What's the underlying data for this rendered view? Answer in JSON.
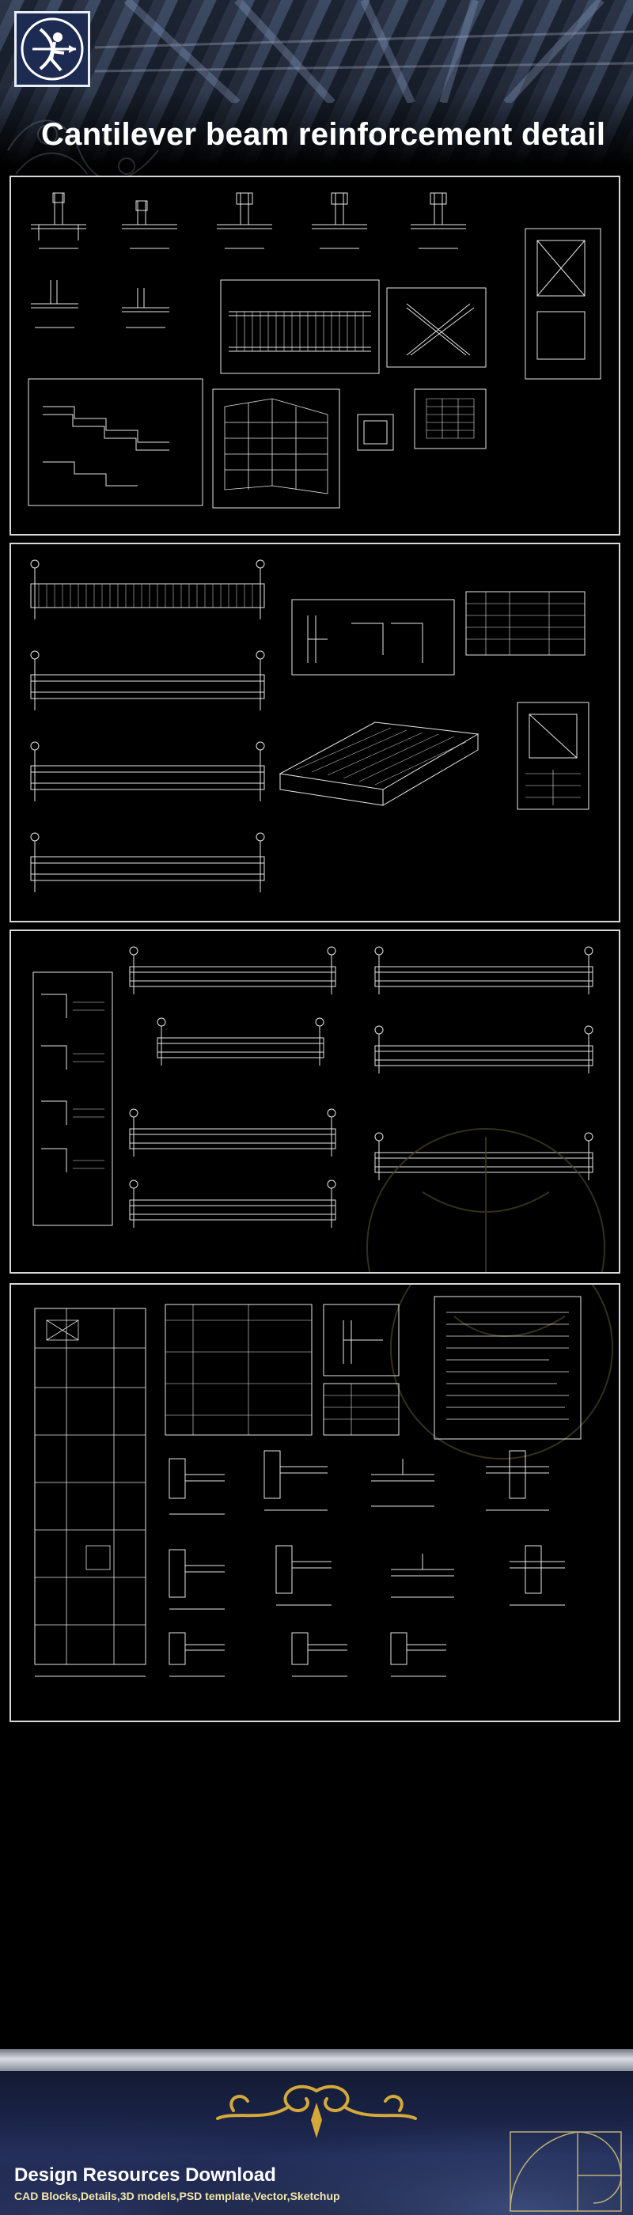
{
  "header": {
    "title": "Cantilever beam reinforcement detail",
    "logo_icon": "archer-logo-icon"
  },
  "panels": [
    {
      "id": "detail-sheets",
      "icon": "cad-drawing-icon"
    },
    {
      "id": "beam-sections",
      "icon": "cad-drawing-icon"
    },
    {
      "id": "beam-elevations",
      "icon": "cad-drawing-icon"
    },
    {
      "id": "floor-plan-and-sections",
      "icon": "cad-drawing-icon"
    }
  ],
  "footer": {
    "title": "Design Resources Download",
    "subtitle": "CAD Blocks,Details,3D models,PSD template,Vector,Sketchup",
    "ornament_icon": "gold-scroll-ornament-icon"
  },
  "colors": {
    "background": "#000000",
    "panel_border": "#d8d8d8",
    "drawing_lines": "#e6e6e6",
    "footer_subtitle": "#f3e7a8",
    "ornament_gold": "#d4a93a"
  }
}
